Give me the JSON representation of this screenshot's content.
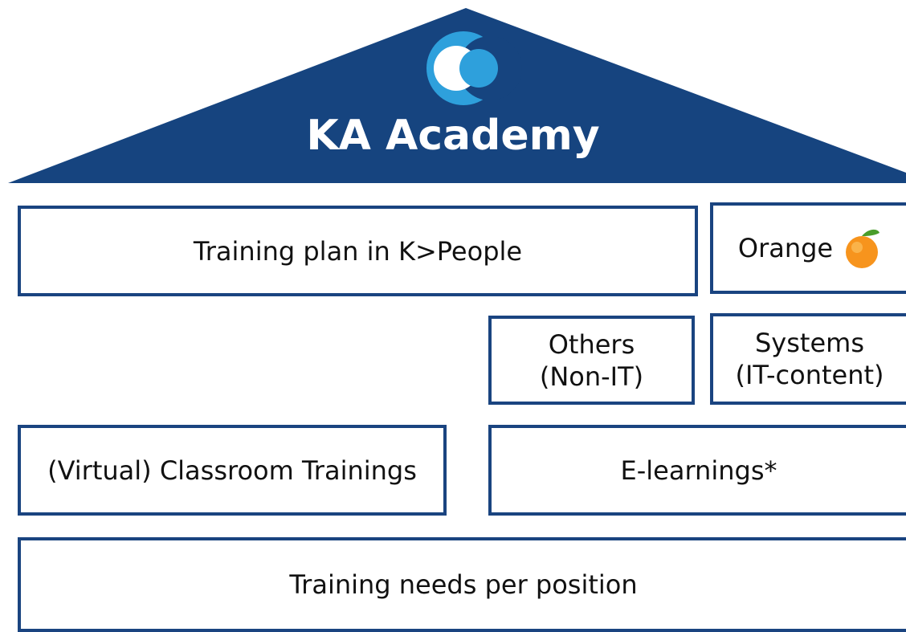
{
  "colors": {
    "roof": "#16447f",
    "border": "#1a4480",
    "logo_dark": "#1a4480",
    "logo_light": "#2ea0dc",
    "orange": "#f7941d"
  },
  "header": {
    "title": "KA Academy",
    "logo_icon": "crescent-logo-icon"
  },
  "boxes": {
    "training_plan": "Training plan in K>People",
    "orange": {
      "label": "Orange",
      "icon": "orange-fruit-icon"
    },
    "others": {
      "line1": "Others",
      "line2": "(Non-IT)"
    },
    "systems": {
      "line1": "Systems",
      "line2": "(IT-content)"
    },
    "classroom": "(Virtual) Classroom Trainings",
    "elearnings": "E-learnings*",
    "training_needs": "Training needs per position"
  }
}
